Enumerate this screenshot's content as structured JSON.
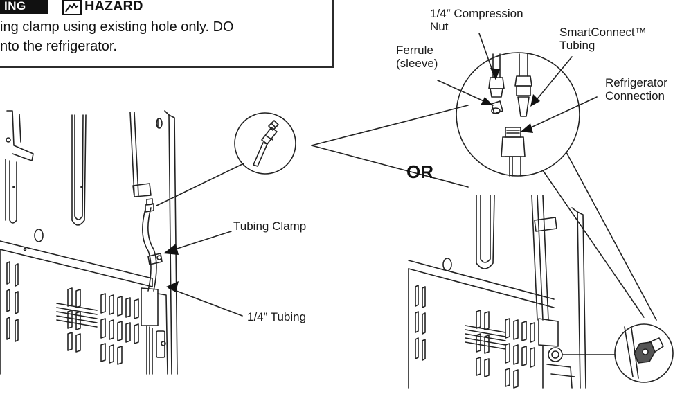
{
  "warning": {
    "tag": "ING",
    "hazard_word": "HAZARD",
    "line1": "ing clamp using existing hole only. DO",
    "line2": "nto the refrigerator."
  },
  "labels": {
    "compression_nut_line1": "1/4″ Compression",
    "compression_nut_line2": "Nut",
    "ferrule_line1": "Ferrule",
    "ferrule_line2": "(sleeve)",
    "smartconnect_line1": "SmartConnect™",
    "smartconnect_line2": "Tubing",
    "refrigerator_line1": "Refrigerator",
    "refrigerator_line2": "Connection",
    "or": "OR",
    "tubing_clamp": "Tubing Clamp",
    "tubing": "1/4” Tubing"
  },
  "icons": {
    "hazard": "hand-in-machine-hazard-icon"
  }
}
